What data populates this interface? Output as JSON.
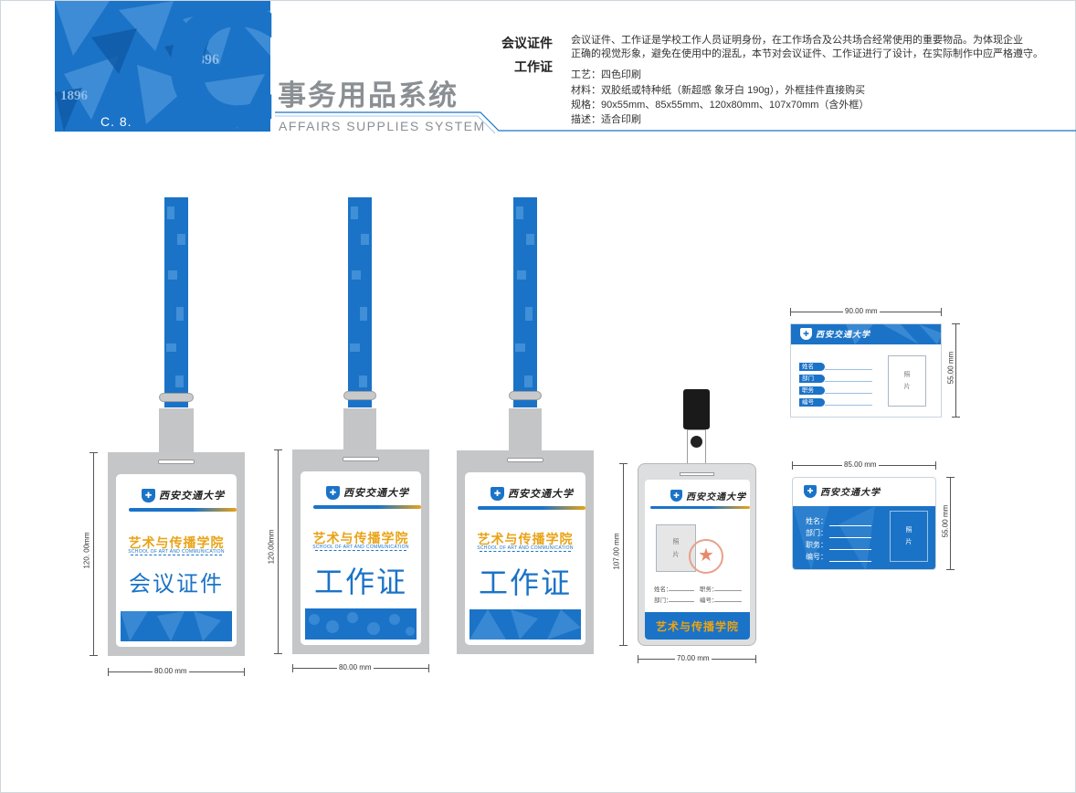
{
  "header": {
    "letter": "C",
    "code": "C. 8.",
    "title": "事务用品系统",
    "subtitle": "AFFAIRS SUPPLIES SYSTEM",
    "pattern_year": "1896"
  },
  "document": {
    "name_line1": "会议证件",
    "name_line2": "工作证",
    "desc_line1": "会议证件、工作证是学校工作人员证明身份，在工作场合及公共场合经常使用的重要物品。为体现企业",
    "desc_line2": "正确的视觉形象，避免在使用中的混乱，本节对会议证件、工作证进行了设计，在实际制作中应严格遵守。",
    "craft": "工艺：四色印刷",
    "material": "材料：双胶纸或特种纸（新超感 象牙白 190g），外框挂件直接购买",
    "spec": "规格：90x55mm、85x55mm、120x80mm、107x70mm（含外框）",
    "note": "描述：适合印刷"
  },
  "card": {
    "logo_text": "西安交通大学",
    "logo_icon": "university-shield-icon",
    "school_cn": "艺术与传播学院",
    "school_en": "SCHOOL OF ART AND COMMUNICATION"
  },
  "badges": [
    {
      "type": "会议证件",
      "height_dim": "120. 00mm",
      "width_dim": "80.00 mm"
    },
    {
      "type": "工作证",
      "height_dim": "120.00mm",
      "width_dim": "80.00 mm"
    },
    {
      "type": "工作证"
    }
  ],
  "clip_badge": {
    "height_dim": "107.00 mm",
    "width_dim": "70.00 mm",
    "photo": "照",
    "photo2": "片",
    "fields": [
      "姓名：",
      "职务：",
      "部门：",
      "编号："
    ],
    "footer": "艺术与传播学院"
  },
  "hcard1": {
    "width_dim": "90.00 mm",
    "height_dim": "55.00 mm",
    "fields": [
      "姓名",
      "部门",
      "职务",
      "编号"
    ],
    "photo": "照",
    "photo2": "片"
  },
  "hcard2": {
    "width_dim": "85.00 mm",
    "height_dim": "55.00 mm",
    "fields": [
      "姓名：",
      "部门：",
      "职务：",
      "编号："
    ],
    "photo": "照",
    "photo2": "片"
  },
  "colors": {
    "brand_blue": "#1b73c7",
    "accent_gold": "#e9a317",
    "frame_gray": "#c5c6c8"
  }
}
